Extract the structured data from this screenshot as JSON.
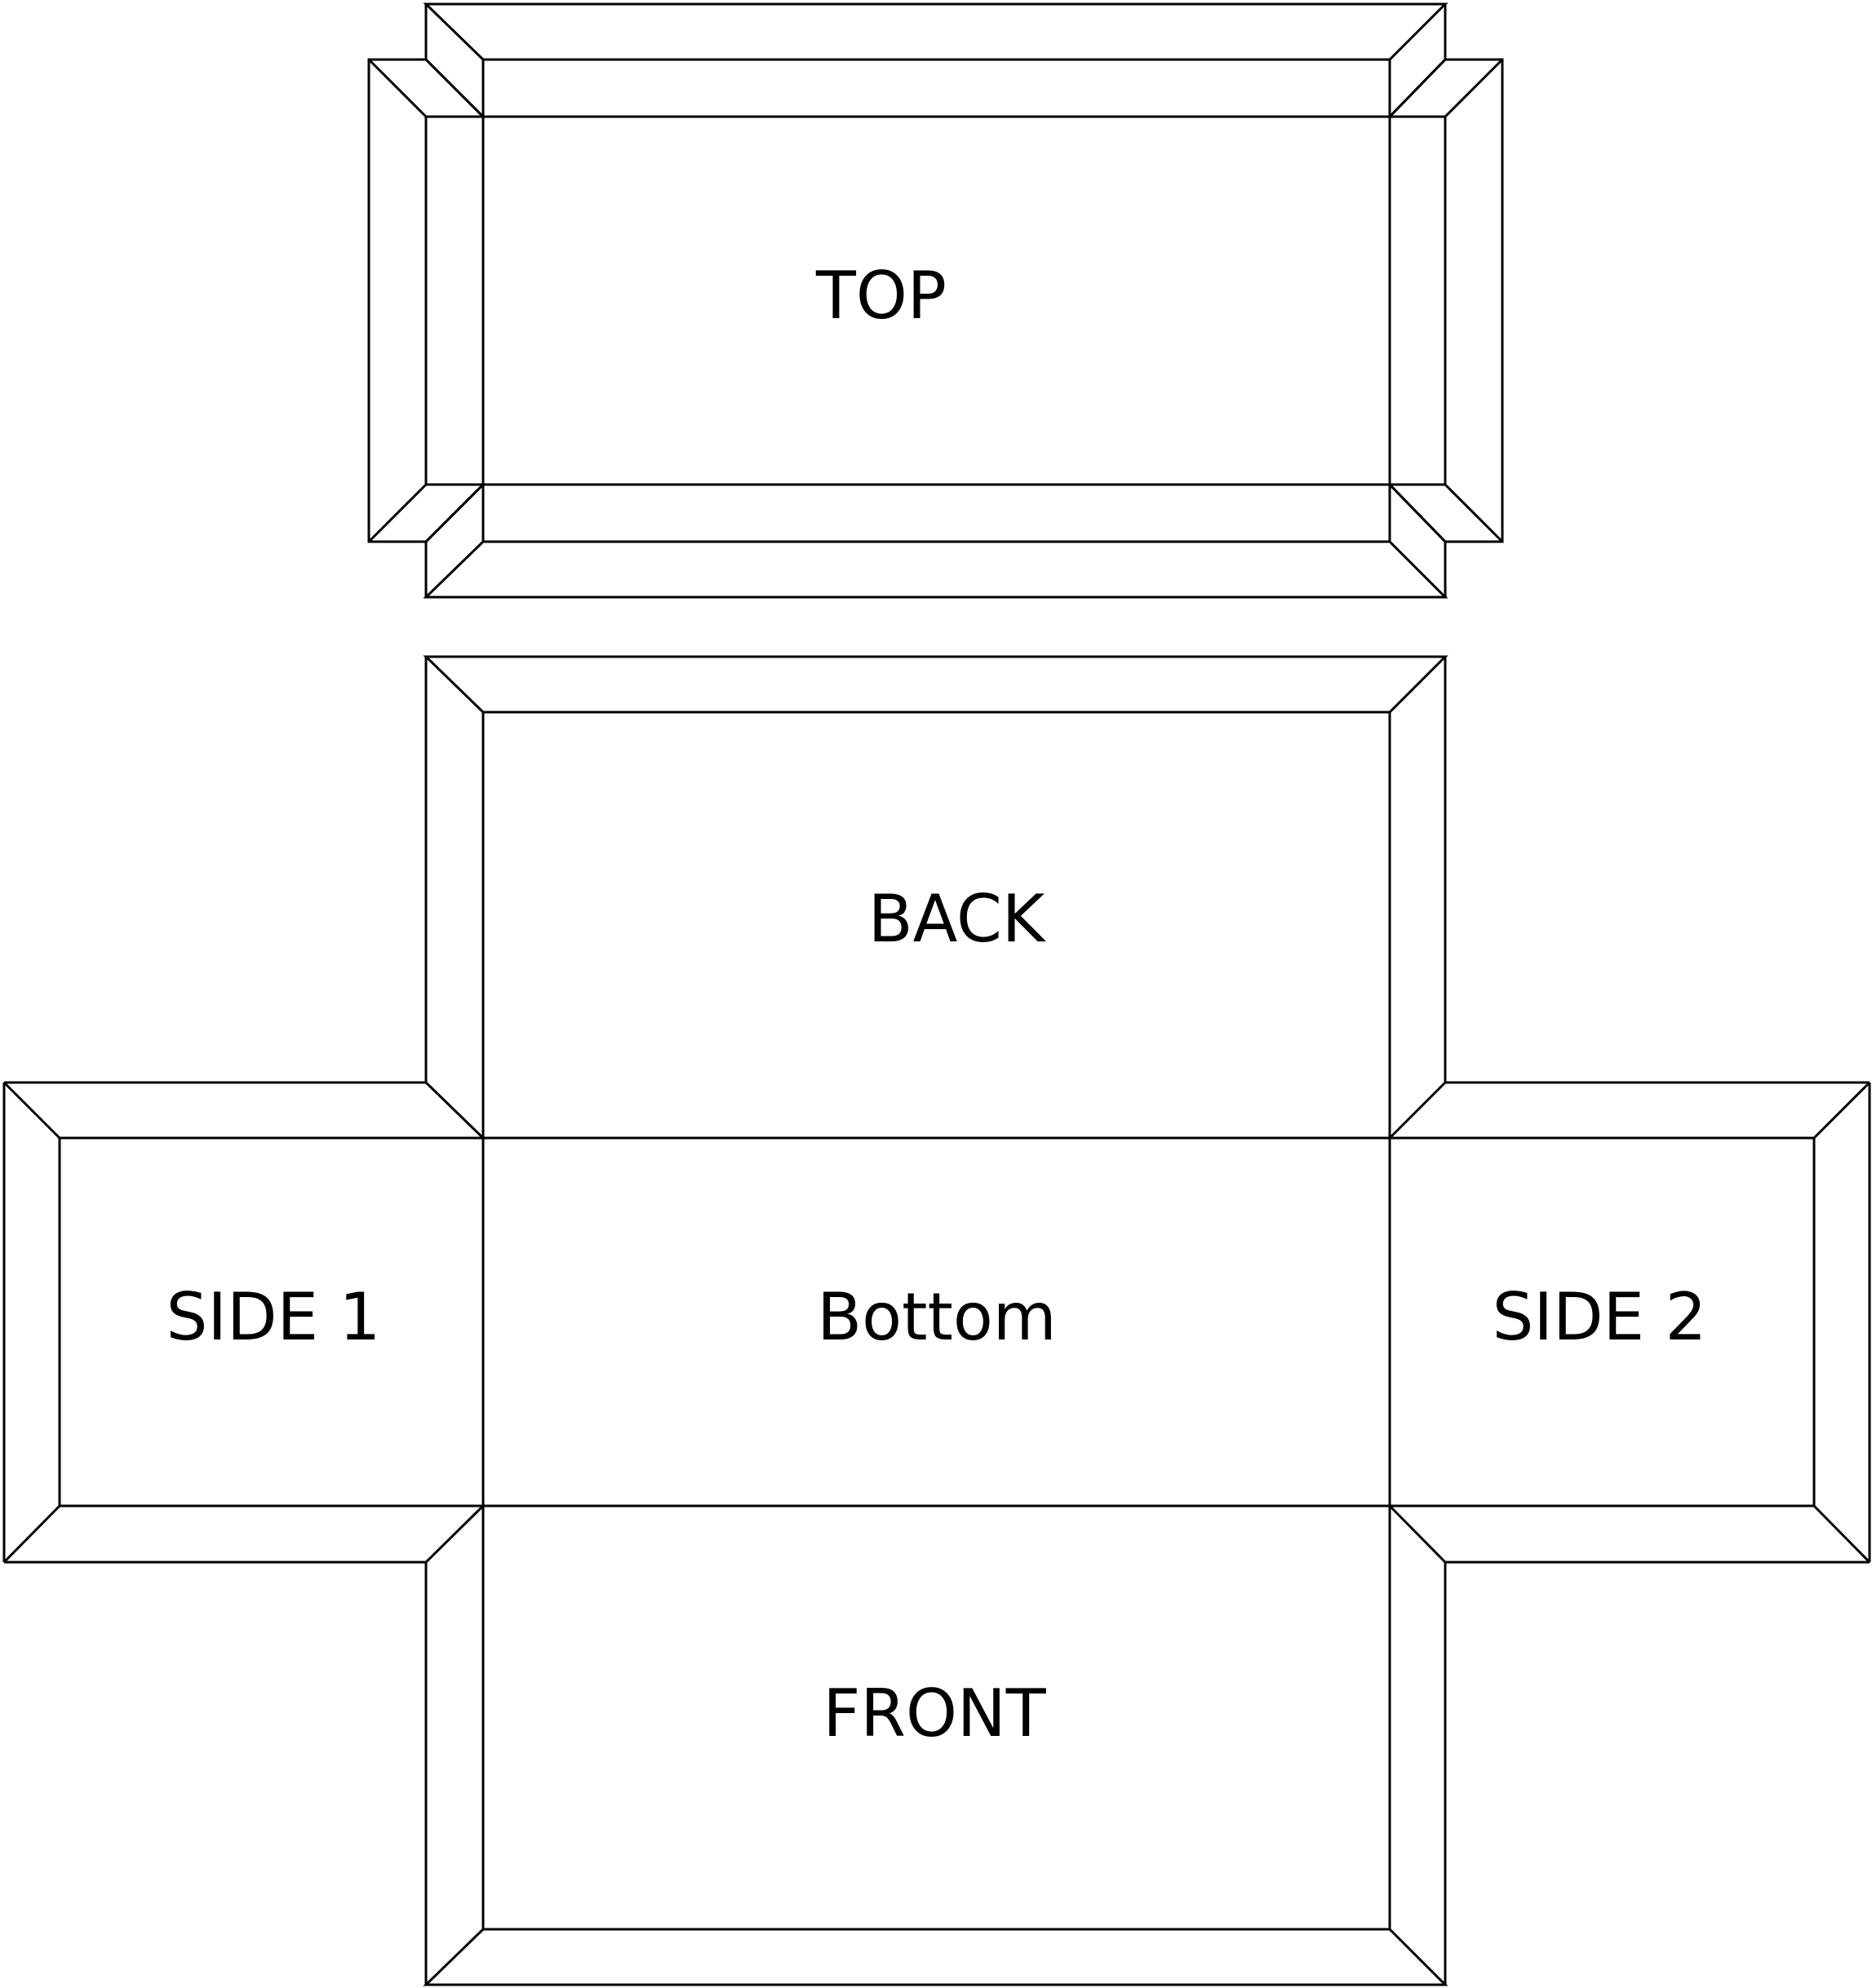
{
  "panels": {
    "top": "TOP",
    "back": "BACK",
    "side1": "SIDE 1",
    "bottom": "Bottom",
    "side2": "SIDE 2",
    "front": "FRONT"
  },
  "colors": {
    "line": "#000000",
    "background": "#ffffff"
  }
}
